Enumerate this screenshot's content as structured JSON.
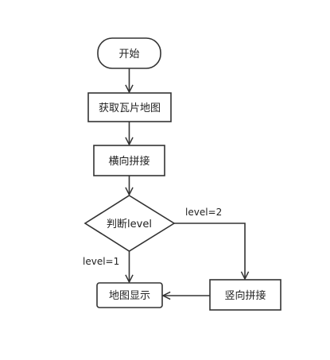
{
  "nodes": {
    "start": "开始",
    "get_tile_map": "获取瓦片地图",
    "horizontal_stitch": "横向拼接",
    "decision": "判断level",
    "show_map": "地图显示",
    "vertical_stitch": "竖向拼接"
  },
  "edges": {
    "level2": "level=2",
    "level1": "level=1"
  },
  "colors": {
    "stroke": "#333333",
    "fill": "#ffffff",
    "text": "#222222"
  }
}
